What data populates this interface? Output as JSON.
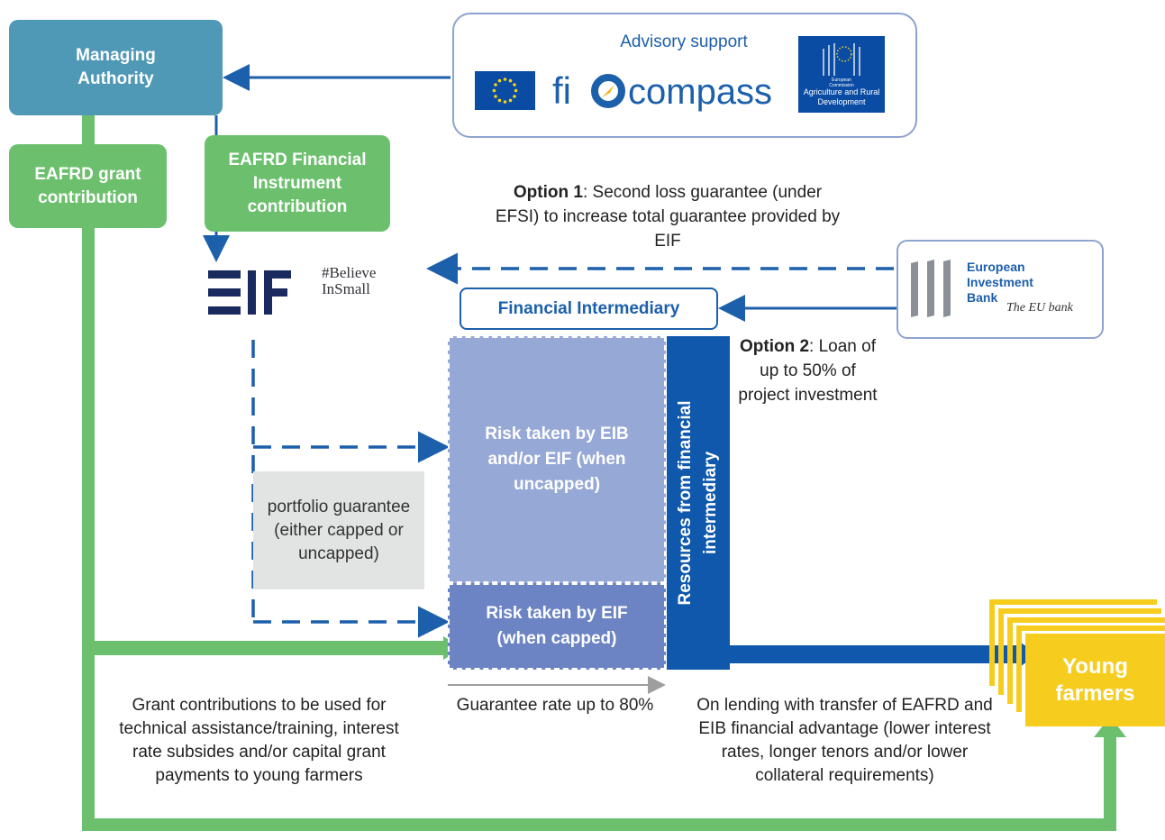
{
  "managing_authority": {
    "label": "Managing Authority"
  },
  "eafrd_grant": {
    "label": "EAFRD grant contribution"
  },
  "eafrd_fi": {
    "label": "EAFRD Financial Instrument contribution"
  },
  "advisory": {
    "title": "Advisory support",
    "fi_compass": "fi compass",
    "ec_small": "European Commission",
    "ec_dg": "Agriculture and Rural Development"
  },
  "eif": {
    "logo_text": "EIF",
    "tagline": "#Believe InSmall"
  },
  "option1": {
    "bold": "Option 1",
    "text": ": Second loss guarantee (under EFSI) to increase total guarantee provided by EIF"
  },
  "option2": {
    "bold": "Option 2",
    "text": ": Loan of up to 50% of project investment"
  },
  "financial_intermediary": {
    "label": "Financial Intermediary"
  },
  "eib": {
    "line1": "European",
    "line2": "Investment",
    "line3": "Bank",
    "tagline": "The EU bank"
  },
  "risk_eib": {
    "label": "Risk taken by EIB and/or EIF (when uncapped)"
  },
  "risk_eif": {
    "label": "Risk taken by EIF (when capped)"
  },
  "resources": {
    "label": "Resources from financial intermediary"
  },
  "portfolio": {
    "label": "portfolio guarantee (either capped or uncapped)"
  },
  "guarantee_rate": {
    "label": "Guarantee rate up to 80%"
  },
  "grant_text": {
    "label": "Grant contributions to be used for technical assistance/training, interest rate subsides and/or capital grant payments to young farmers"
  },
  "onlending_text": {
    "label": "On lending with transfer of EAFRD and EIB financial advantage (lower interest rates, longer tenors and/or lower collateral requirements)"
  },
  "young_farmers": {
    "label": "Young farmers"
  },
  "colors": {
    "green": "#6cc06d",
    "blue": "#1c5fab",
    "ma": "#4f98b6",
    "yellow": "#f6cd1f",
    "risk_light": "#96a8d6",
    "risk_dark": "#6c84c3"
  }
}
